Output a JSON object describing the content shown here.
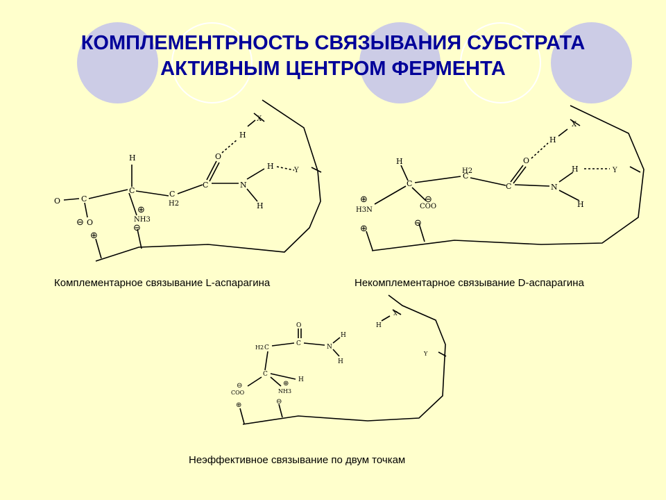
{
  "slide": {
    "title_line1": "КОМПЛЕМЕНТРНОСТЬ СВЯЗЫВАНИЯ СУБСТРАТА",
    "title_line2": "АКТИВНЫМ ЦЕНТРОМ ФЕРМЕНТА"
  },
  "captions": {
    "l_asparagine": "Комплементарное  связывание L-аспарагина",
    "d_asparagine": "Некомплементарное связывание D-аспарагина",
    "two_point": "Неэффективное связывание по двум точкам"
  },
  "atoms": {
    "H": "H",
    "C": "C",
    "O": "O",
    "N": "N",
    "X": "X",
    "Y": "Y",
    "H2": "H2",
    "NH3": "NH3",
    "H3N": "H3N",
    "COO": "COO"
  },
  "charges": {
    "plus": "⊕",
    "minus": "⊖"
  },
  "colors": {
    "background": "#ffffcc",
    "title": "#000099",
    "circle_fill": "#cccce6",
    "circle_ring": "#ffffff"
  }
}
